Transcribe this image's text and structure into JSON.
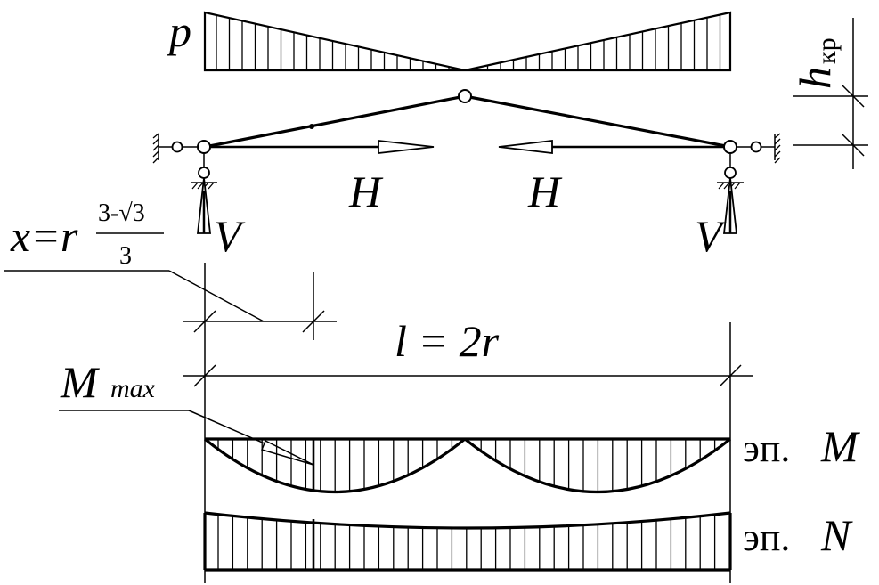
{
  "labels": {
    "load": "p",
    "height_h": "h",
    "height_sub": "кр",
    "thrust_left": "H",
    "thrust_right": "H",
    "reaction_left": "V",
    "reaction_right": "V",
    "x_lhs": "x=r",
    "x_num": "3-√3",
    "x_den": "3",
    "span": "l = 2r",
    "mmax_main": "M",
    "mmax_sub": "max",
    "diagram_m_prefix": "эп.",
    "diagram_m_symbol": "M",
    "diagram_n_prefix": "эп.",
    "diagram_n_symbol": "N"
  },
  "colors": {
    "ink": "#000000",
    "background": "#ffffff"
  }
}
